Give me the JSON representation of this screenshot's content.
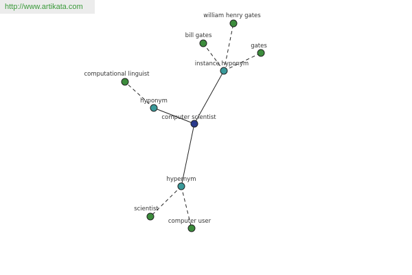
{
  "watermark": "http://www.artikata.com",
  "colors": {
    "root": "#2a3a8c",
    "relation": "#3a9a9a",
    "leaf": "#3c8c3c",
    "stroke": "#222222"
  },
  "nodes": {
    "computer_scientist": "computer scientist",
    "instance_hyponym": "instance hyponym",
    "hyponym": "hyponym",
    "hypernym": "hypernym",
    "william_henry_gates": "william henry gates",
    "bill_gates": "bill gates",
    "gates": "gates",
    "computational_linguist": "computational linguist",
    "scientist": "scientist",
    "computer_user": "computer user"
  }
}
